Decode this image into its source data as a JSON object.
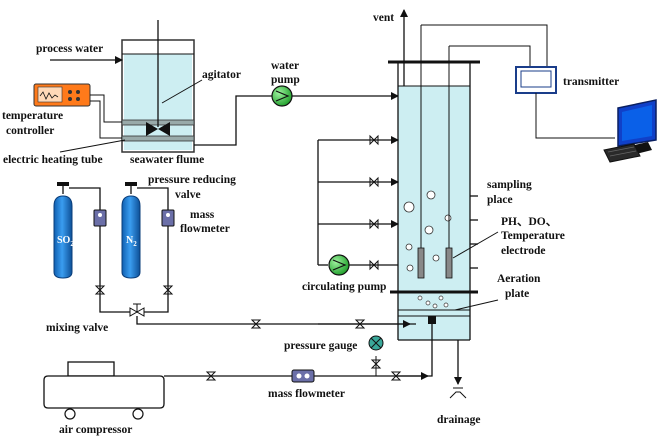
{
  "labels": {
    "process_water": "process water",
    "agitator": "agitator",
    "temperature_controller_1": "temperature",
    "temperature_controller_2": "controller",
    "electric_heating_tube": "electric heating tube",
    "seawater_flume": "seawater flume",
    "water_pump_1": "water",
    "water_pump_2": "pump",
    "vent": "vent",
    "transmitter": "transmitter",
    "pressure_reducing_1": "pressure reducing",
    "pressure_reducing_2": "valve",
    "mass_flowmeter_1": "mass",
    "mass_flowmeter_2": "flowmeter",
    "so2": "SO",
    "so2_sub": "2",
    "n2": "N",
    "n2_sub": "2",
    "sampling_1": "sampling",
    "sampling_2": "place",
    "electrode_1": "PH、DO、",
    "electrode_2": "Temperature",
    "electrode_3": "electrode",
    "circulating_pump": "circulating pump",
    "aeration_1": "Aeration",
    "aeration_2": "plate",
    "mixing_valve": "mixing valve",
    "pressure_gauge": "pressure gauge",
    "mass_flowmeter_bottom": "mass flowmeter",
    "drainage": "drainage",
    "air_compressor": "air compressor"
  },
  "colors": {
    "water": "#cdeef2",
    "cylinder": "#1e7fd6",
    "pump": "#2fbf3a",
    "flowmeter": "#6b6fa8",
    "controller": "#ff7a1a",
    "monitor": "#1040c8",
    "gauge": "#3aa89a"
  }
}
